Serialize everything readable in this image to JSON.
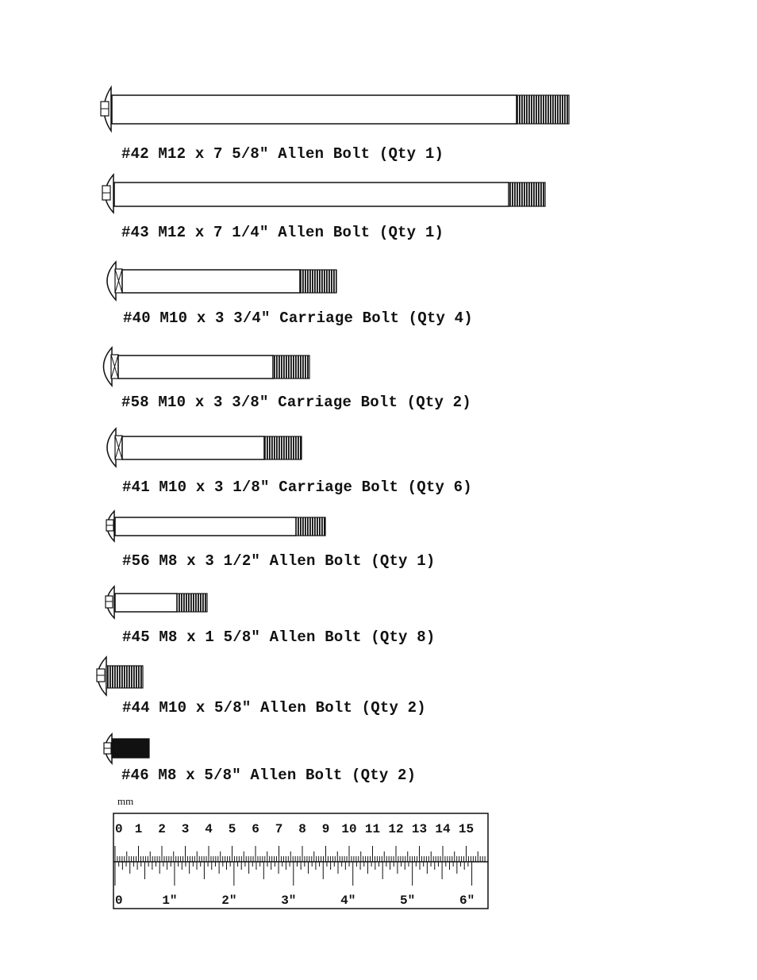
{
  "parts": [
    {
      "label": "#42 M12 x 7 5/8\" Allen Bolt (Qty 1)",
      "head": "allen"
    },
    {
      "label": "#43 M12 x 7 1/4\" Allen Bolt (Qty 1)",
      "head": "allen"
    },
    {
      "label": "#40 M10 x 3 3/4\" Carriage Bolt (Qty 4)",
      "head": "carriage"
    },
    {
      "label": "#58 M10 x 3 3/8\" Carriage Bolt (Qty 2)",
      "head": "carriage"
    },
    {
      "label": "#41 M10 x 3 1/8\" Carriage Bolt (Qty 6)",
      "head": "carriage"
    },
    {
      "label": "#56 M8 x 3 1/2\" Allen Bolt (Qty 1)",
      "head": "allen"
    },
    {
      "label": "#45 M8 x 1 5/8\" Allen Bolt (Qty 8)",
      "head": "allen"
    },
    {
      "label": "#44 M10 x 5/8\" Allen Bolt (Qty 2)",
      "head": "allen"
    },
    {
      "label": "#46 M8 x 5/8\" Allen Bolt (Qty 2)",
      "head": "allen"
    }
  ],
  "ruler": {
    "mm_unit": "mm",
    "cm_labels": [
      "0",
      "1",
      "2",
      "3",
      "4",
      "5",
      "6",
      "7",
      "8",
      "9",
      "10",
      "11",
      "12",
      "13",
      "14",
      "15"
    ],
    "inch_labels": [
      "0",
      "1\"",
      "2\"",
      "3\"",
      "4\"",
      "5\"",
      "6\""
    ]
  }
}
